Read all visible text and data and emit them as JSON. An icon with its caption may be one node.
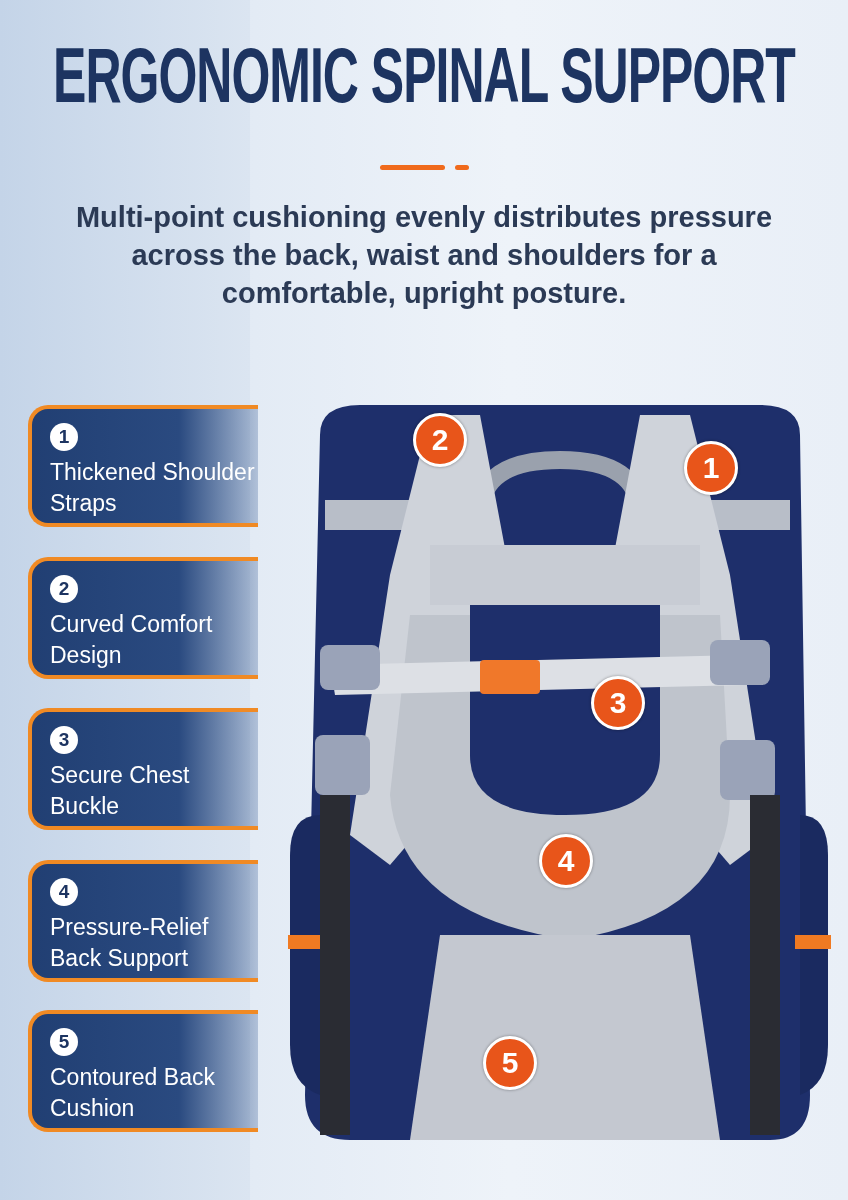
{
  "diagram": {
    "title": "ERGONOMIC SPINAL SUPPORT",
    "nodes": [
      {
        "text": [
          "1",
          "Thickened Shoulder Straps"
        ]
      },
      {
        "text": [
          "2",
          "Curved Comfort Design"
        ]
      },
      {
        "text": [
          "3",
          "Secure Chest Buckle"
        ]
      },
      {
        "text": [
          "4",
          "Pressure-Relief Back Support"
        ]
      },
      {
        "text": [
          "5",
          "Contoured Back Cushion"
        ]
      }
    ],
    "edges": [],
    "labels": [
      "Multi-point cushioning evenly distributes pressure across the back, waist and shoulders for a comfortable, upright posture.",
      "2",
      "1",
      "3",
      "4",
      "5"
    ]
  }
}
